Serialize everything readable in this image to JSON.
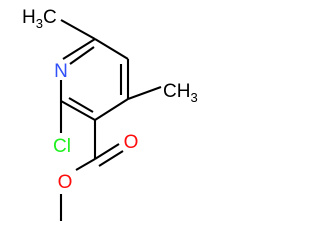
{
  "molecule": {
    "atoms": {
      "methyl_top_left": {
        "main": "H",
        "sub": "3",
        "tail": "C"
      },
      "methyl_right": {
        "main": "CH",
        "sub": "3"
      },
      "nitrogen": "N",
      "chlorine": "Cl",
      "ester_oxygen": "O",
      "carbonyl_oxygen": "O"
    },
    "colors": {
      "bond": "#000000",
      "carbon": "#000000",
      "nitrogen": "#3050F8",
      "oxygen": "#FF0D0D",
      "chlorine": "#1FF01F"
    }
  }
}
